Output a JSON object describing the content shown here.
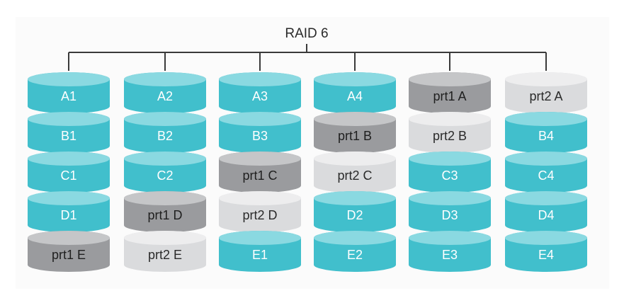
{
  "title": "RAID 6",
  "colors": {
    "data": "#41bfcc",
    "data_top": "#8ad9e1",
    "data_text": "#ffffff",
    "parity1": "#9a9b9e",
    "parity1_top": "#c5c6c8",
    "parity1_text": "#1f1f1f",
    "parity2": "#dadbdd",
    "parity2_top": "#ededee",
    "parity2_text": "#2a2a2a",
    "line": "#3a3a3a"
  },
  "drives": [
    {
      "blocks": [
        {
          "label": "A1",
          "type": "data"
        },
        {
          "label": "B1",
          "type": "data"
        },
        {
          "label": "C1",
          "type": "data"
        },
        {
          "label": "D1",
          "type": "data"
        },
        {
          "label": "prt1 E",
          "type": "parity1"
        }
      ]
    },
    {
      "blocks": [
        {
          "label": "A2",
          "type": "data"
        },
        {
          "label": "B2",
          "type": "data"
        },
        {
          "label": "C2",
          "type": "data"
        },
        {
          "label": "prt1 D",
          "type": "parity1"
        },
        {
          "label": "prt2 E",
          "type": "parity2"
        }
      ]
    },
    {
      "blocks": [
        {
          "label": "A3",
          "type": "data"
        },
        {
          "label": "B3",
          "type": "data"
        },
        {
          "label": "prt1 C",
          "type": "parity1"
        },
        {
          "label": "prt2 D",
          "type": "parity2"
        },
        {
          "label": "E1",
          "type": "data"
        }
      ]
    },
    {
      "blocks": [
        {
          "label": "A4",
          "type": "data"
        },
        {
          "label": "prt1 B",
          "type": "parity1"
        },
        {
          "label": "prt2 C",
          "type": "parity2"
        },
        {
          "label": "D2",
          "type": "data"
        },
        {
          "label": "E2",
          "type": "data"
        }
      ]
    },
    {
      "blocks": [
        {
          "label": "prt1 A",
          "type": "parity1"
        },
        {
          "label": "prt2 B",
          "type": "parity2"
        },
        {
          "label": "C3",
          "type": "data"
        },
        {
          "label": "D3",
          "type": "data"
        },
        {
          "label": "E3",
          "type": "data"
        }
      ]
    },
    {
      "blocks": [
        {
          "label": "prt2 A",
          "type": "parity2"
        },
        {
          "label": "B4",
          "type": "data"
        },
        {
          "label": "C4",
          "type": "data"
        },
        {
          "label": "D4",
          "type": "data"
        },
        {
          "label": "E4",
          "type": "data"
        }
      ]
    }
  ]
}
